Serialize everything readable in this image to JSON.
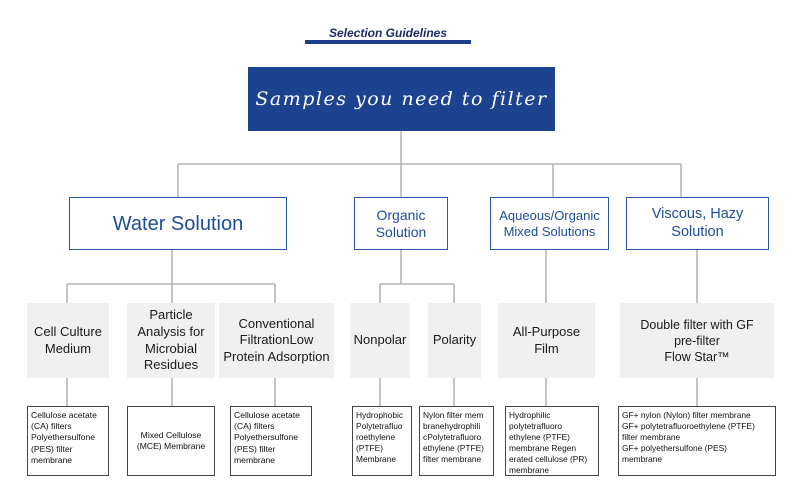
{
  "heading": "Selection Guidelines",
  "root": "Samples you need to filter",
  "categories": {
    "water": "Water Solution",
    "organic": "Organic\nSolution",
    "aqueous": "Aqueous/Organic\nMixed Solutions",
    "viscous": "Viscous, Hazy\nSolution"
  },
  "subcategories": {
    "cell_culture": "Cell Culture\nMedium",
    "particle": "Particle\nAnalysis for\nMicrobial\nResidues",
    "conventional": "Conventional\nFiltrationLow\nProtein Adsorption",
    "nonpolar": "Nonpolar",
    "polarity": "Polarity",
    "all_purpose": "All-Purpose\nFilm",
    "double_filter": "Double filter with GF\npre-filter\nFlow Star™"
  },
  "leaves": {
    "cell_culture": "Cellulose acetate\n(CA) filters\nPolyethersulfone\n(PES) filter\nmembrane",
    "particle": "Mixed Cellulose\n(MCE) Membrane",
    "conventional": "Cellulose acetate\n(CA) filters\nPolyethersulfone\n(PES) filter\nmembrane",
    "nonpolar": "Hydrophobic\nPolytetrafluo\nroethylene\n(PTFE)\nMembrane",
    "polarity": "Nylon filter mem\nbranehydrophili\ncPolytetrafluoro\nethylene (PTFE)\nfilter membrane",
    "all_purpose": "Hydrophilic\npolytetrafluoro\nethylene (PTFE)\nmembrane Regen\nerated cellulose (PR)\nmembrane",
    "double_filter": "GF+ nylon (Nylon) filter membrane\nGF+ polytetrafluoroethylene (PTFE)\nfilter membrane\nGF+ polyethersulfone (PES)\nmembrane"
  },
  "colors": {
    "root_fill": "#1b4390",
    "category_border": "#2a58a8",
    "category_text": "#1e4c9a",
    "connector": "#a6a6a6"
  }
}
